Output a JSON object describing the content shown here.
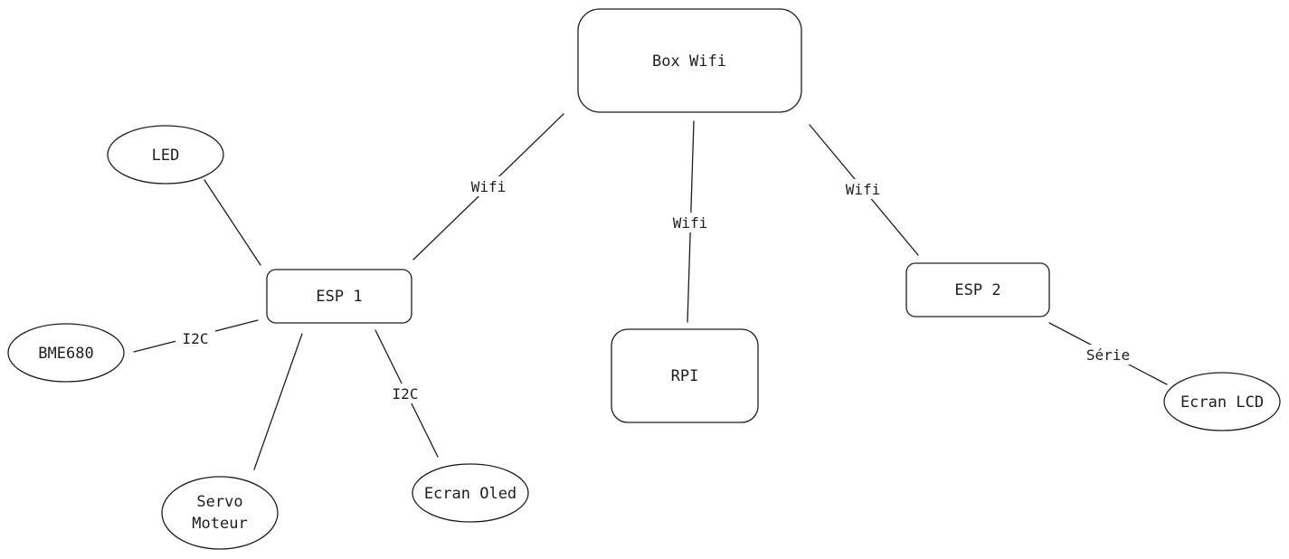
{
  "nodes": {
    "box_wifi": "Box Wifi",
    "esp1": "ESP 1",
    "esp2": "ESP 2",
    "rpi": "RPI",
    "led": "LED",
    "bme680": "BME680",
    "servo": [
      "Servo",
      "Moteur"
    ],
    "ecran_oled": "Ecran Oled",
    "ecran_lcd": "Ecran LCD"
  },
  "edges": {
    "box_esp1": "Wifi",
    "box_rpi": "Wifi",
    "box_esp2": "Wifi",
    "esp1_bme680": "I2C",
    "esp1_oled": "I2C",
    "esp2_lcd": "Série"
  }
}
